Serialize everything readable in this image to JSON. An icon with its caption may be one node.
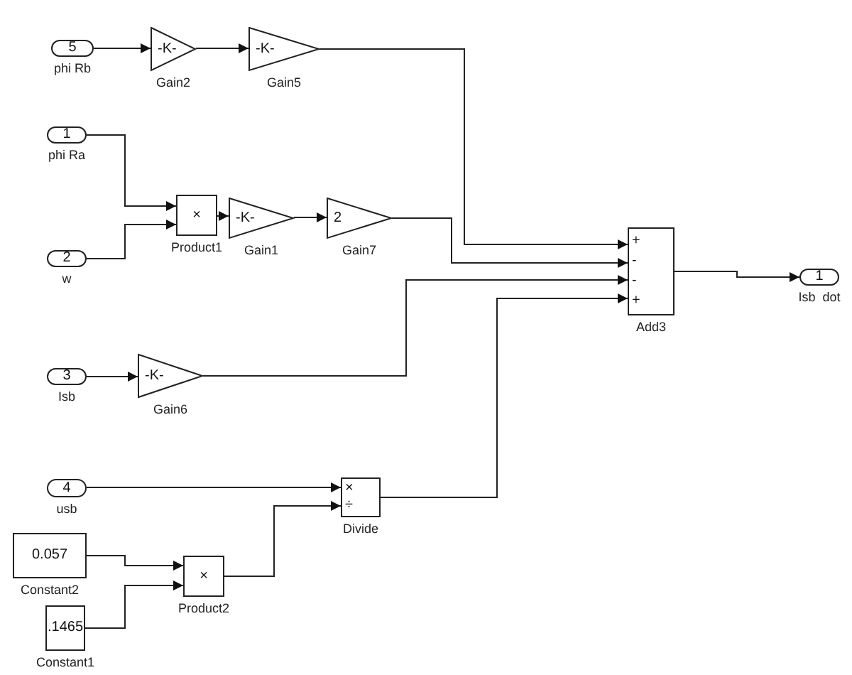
{
  "diagram": {
    "nodes": [
      {
        "text": [
          "5"
        ],
        "beside": [
          "phi Rb"
        ]
      },
      {
        "text": [
          "-K-"
        ],
        "beside": [
          "Gain2"
        ]
      },
      {
        "text": [
          "-K-"
        ],
        "beside": [
          "Gain5"
        ]
      },
      {
        "text": [
          "1"
        ],
        "beside": [
          "phi Ra"
        ]
      },
      {
        "text": [
          "×"
        ],
        "beside": [
          "Product1"
        ]
      },
      {
        "text": [
          "-K-"
        ],
        "beside": [
          "Gain1"
        ]
      },
      {
        "text": [
          "2"
        ],
        "beside": [
          "Gain7"
        ]
      },
      {
        "text": [
          "2"
        ],
        "beside": [
          "w"
        ]
      },
      {
        "text": [
          "+",
          "-",
          "-",
          "+"
        ],
        "beside": [
          "Add3"
        ]
      },
      {
        "text": [
          "1"
        ],
        "beside": [
          "Isb  dot"
        ]
      },
      {
        "text": [
          "3"
        ],
        "beside": [
          "Isb"
        ]
      },
      {
        "text": [
          "-K-"
        ],
        "beside": [
          "Gain6"
        ]
      },
      {
        "text": [
          "4"
        ],
        "beside": [
          "usb"
        ]
      },
      {
        "text": [
          "×",
          "÷"
        ],
        "beside": [
          "Divide"
        ]
      },
      {
        "text": [
          "0.057"
        ],
        "beside": [
          "Constant2"
        ]
      },
      {
        "text": [
          "×"
        ],
        "beside": [
          "Product2"
        ]
      },
      {
        "text": [
          ".1465"
        ],
        "beside": [
          "Constant1"
        ]
      }
    ],
    "edges": [
      {
        "from": 0,
        "to": 1,
        "arrow": "to"
      },
      {
        "from": 1,
        "to": 2,
        "arrow": "to"
      },
      {
        "from": 2,
        "to": 8,
        "arrow": "to"
      },
      {
        "from": 3,
        "to": 4,
        "arrow": "to"
      },
      {
        "from": 7,
        "to": 4,
        "arrow": "to"
      },
      {
        "from": 4,
        "to": 5,
        "arrow": "to"
      },
      {
        "from": 5,
        "to": 6,
        "arrow": "to"
      },
      {
        "from": 6,
        "to": 8,
        "arrow": "to"
      },
      {
        "from": 10,
        "to": 11,
        "arrow": "to"
      },
      {
        "from": 11,
        "to": 8,
        "arrow": "to"
      },
      {
        "from": 12,
        "to": 13,
        "arrow": "to"
      },
      {
        "from": 14,
        "to": 15,
        "arrow": "to"
      },
      {
        "from": 16,
        "to": 15,
        "arrow": "to"
      },
      {
        "from": 15,
        "to": 13,
        "arrow": "to"
      },
      {
        "from": 13,
        "to": 8,
        "arrow": "to"
      },
      {
        "from": 8,
        "to": 9,
        "arrow": "to"
      }
    ]
  }
}
